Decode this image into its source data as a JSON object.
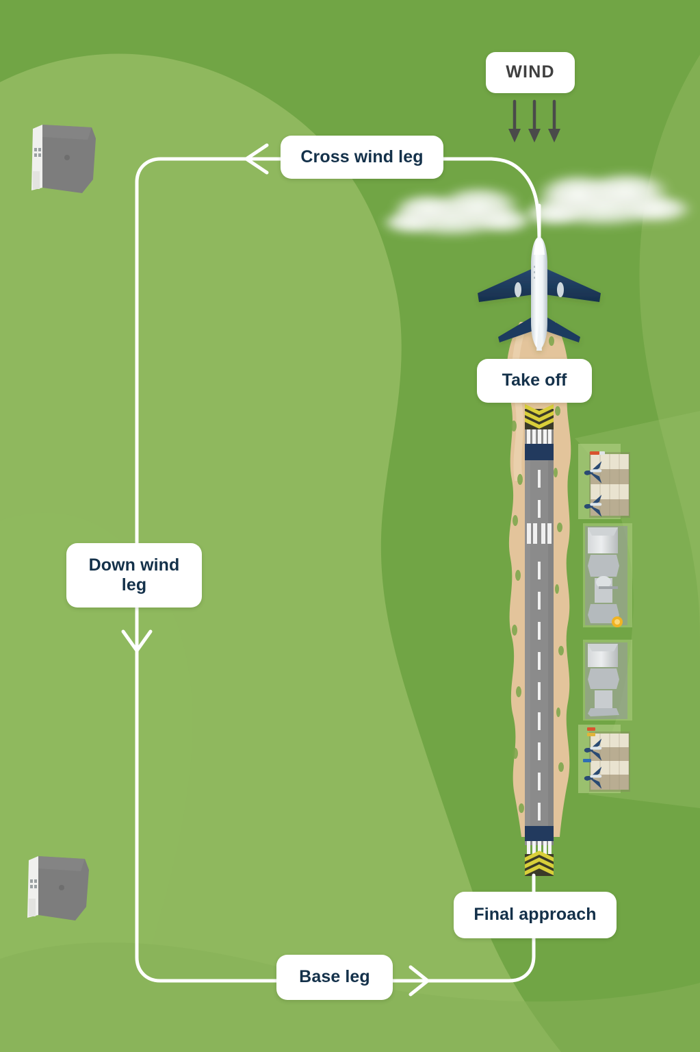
{
  "diagram": {
    "title": "Airport traffic pattern (circuit) diagram",
    "type": "aviation-traffic-pattern"
  },
  "labels": {
    "wind": "WIND",
    "cross_wind_leg": "Cross wind leg",
    "take_off": "Take off",
    "down_wind_leg": "Down wind\nleg",
    "final_approach": "Final approach",
    "base_leg": "Base leg"
  },
  "icons": {
    "wind_arrow": "wind-down-arrow-icon",
    "crosswind_arrowhead": "arrow-left-icon",
    "downwind_arrowhead": "arrow-down-icon",
    "baseleg_arrowhead": "arrow-right-icon",
    "airplane": "airplane-top-view-icon",
    "cloud": "cloud-icon",
    "house": "house-icon",
    "hangar": "hangar-icon",
    "terminal": "terminal-building-icon",
    "parked_plane": "parked-airplane-icon"
  },
  "colors": {
    "grass_light": "#8fb85e",
    "grass_mid": "#6fa343",
    "grass_dark": "#78ab4d",
    "path_white": "#ffffff",
    "label_text": "#14314a",
    "wind_text": "#3f3f3f",
    "wind_arrow": "#4a4a4a",
    "runway_asphalt": "#8b8b8b",
    "runway_sand": "#e3c49b",
    "runway_navy": "#223a5e",
    "threshold_yellow": "#d9cf3a",
    "plane_navy": "#1f3a5f",
    "plane_white": "#f2f5f7",
    "building_gray": "#7d7d7d",
    "cloud_white": "#f0f2ee",
    "beacon_yellow": "#f0b323"
  },
  "scene": {
    "runway": {
      "heading_top": "north",
      "markings": [
        "chevron-threshold",
        "threshold-stripes",
        "blast-pad",
        "centerline-dashes",
        "aiming-point"
      ]
    },
    "airfield": {
      "aprons": 2,
      "parked_aircraft": 4,
      "terminal_buildings": 2,
      "hangars": 4
    },
    "surroundings": {
      "houses": 2,
      "clouds": 2
    }
  },
  "pattern_legs": [
    {
      "name": "Take off",
      "direction": "north",
      "order": 1
    },
    {
      "name": "Cross wind leg",
      "direction": "west",
      "order": 2
    },
    {
      "name": "Down wind leg",
      "direction": "south",
      "order": 3
    },
    {
      "name": "Base leg",
      "direction": "east",
      "order": 4
    },
    {
      "name": "Final approach",
      "direction": "north",
      "order": 5
    }
  ]
}
